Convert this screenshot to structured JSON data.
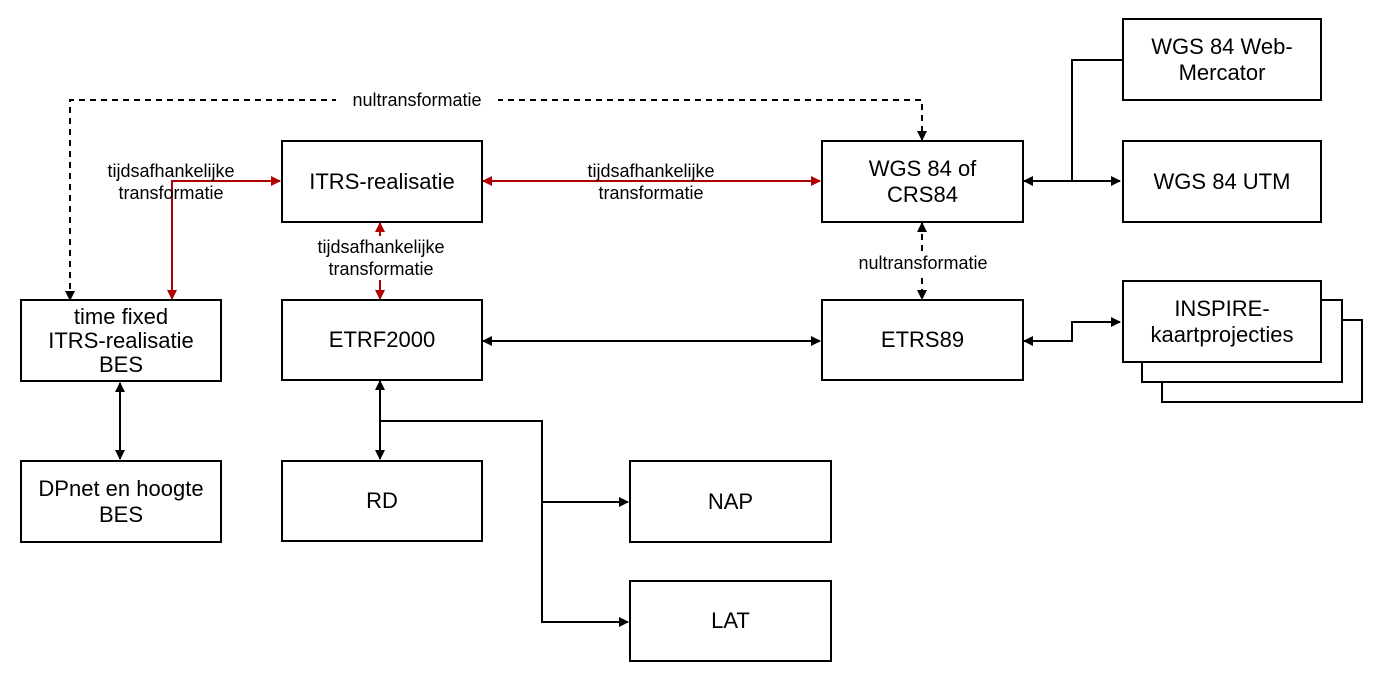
{
  "colors": {
    "line": "#000000",
    "transform_edge": "#b00000",
    "background": "#ffffff"
  },
  "nodes": {
    "wgs84_web_mercator": "WGS 84 Web-\nMercator",
    "itrs_realisatie": "ITRS-realisatie",
    "wgs84_crs84": "WGS 84 of\nCRS84",
    "wgs84_utm": "WGS 84 UTM",
    "time_fixed_itrs_bes": "time fixed\nITRS-realisatie\nBES",
    "etrf2000": "ETRF2000",
    "etrs89": "ETRS89",
    "inspire": "INSPIRE-\nkaartprojecties",
    "dpnet_bes": "DPnet en hoogte\nBES",
    "rd": "RD",
    "nap": "NAP",
    "lat": "LAT"
  },
  "edge_labels": {
    "nultransformatie_top": "nultransformatie",
    "tijds_left": "tijdsafhankelijke\ntransformatie",
    "tijds_top": "tijdsafhankelijke\ntransformatie",
    "tijds_mid": "tijdsafhankelijke\ntransformatie",
    "nultransformatie_right": "nultransformatie"
  }
}
